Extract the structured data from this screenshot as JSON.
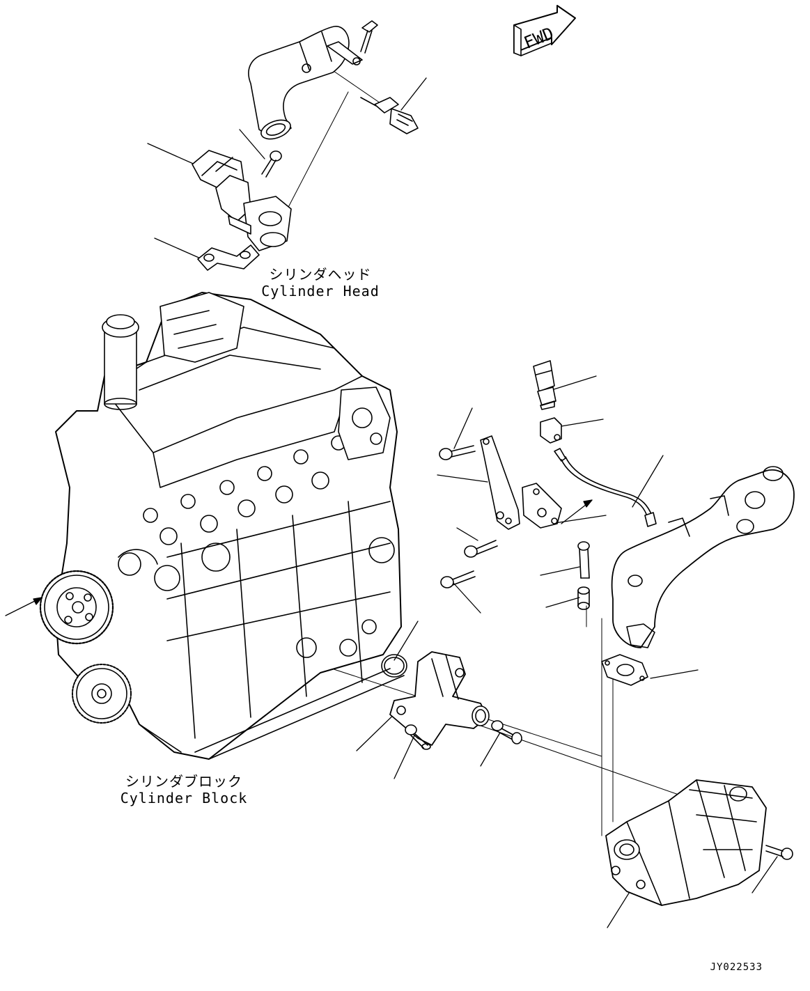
{
  "fwd_label": "FWD",
  "cylinder_head": {
    "jp": "シリンダヘッド",
    "en": "Cylinder Head"
  },
  "cylinder_block": {
    "jp": "シリンダブロック",
    "en": "Cylinder Block"
  },
  "drawing_code": "JY022533",
  "icons": [
    "fwd-arrow-icon"
  ],
  "colors": {
    "line": "#000000",
    "background": "#ffffff"
  }
}
